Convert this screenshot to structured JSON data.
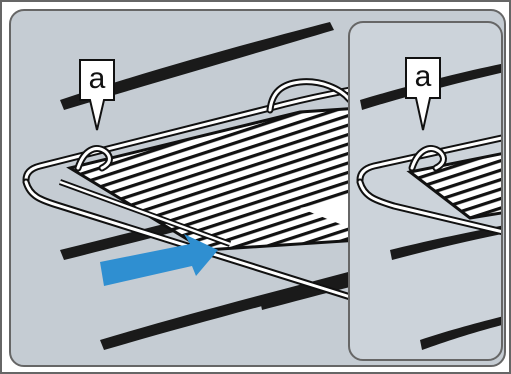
{
  "illustration": {
    "callout_main": "a",
    "callout_detail": "a"
  },
  "colors": {
    "background": "#c5ccd3",
    "detail_background": "#ccd3da",
    "border": "#666666",
    "rack_stroke": "#111111",
    "rack_fill": "#ffffff",
    "runner": "#1a1a1a",
    "arrow": "#2f8fd1"
  },
  "icons": {
    "push_arrow": "arrow-right-icon",
    "callout": "callout-label"
  }
}
